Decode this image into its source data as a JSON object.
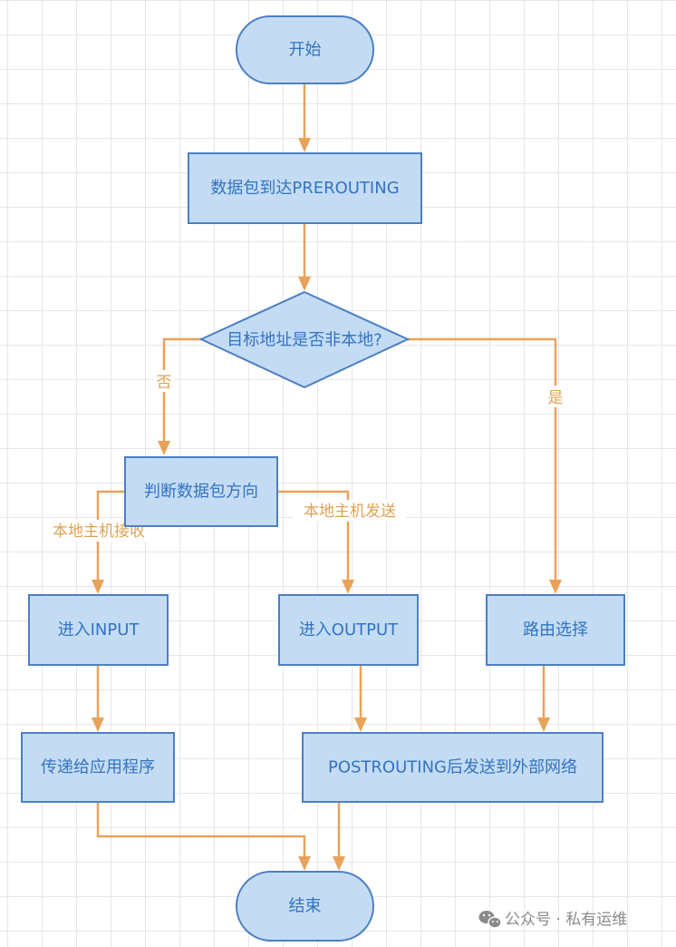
{
  "nodes": {
    "start": "开始",
    "arrive": "数据包到达PREROUTING",
    "decision": "目标地址是否非本地?",
    "judge": "判断数据包方向",
    "input": "进入INPUT",
    "output": "进入OUTPUT",
    "route": "路由选择",
    "deliver": "传递给应用程序",
    "postrouting": "POSTROUTING后发送到外部网络",
    "end": "结束"
  },
  "edge_labels": {
    "no": "否",
    "yes": "是",
    "local_receive": "本地主机接收",
    "local_send": "本地主机发送"
  },
  "watermark": {
    "text": "公众号 · 私有运维",
    "icon": "wechat-icon"
  },
  "colors": {
    "node_fill": "#c4dcf3",
    "node_stroke": "#4c7fc4",
    "node_text": "#3273c2",
    "edge": "#e9a25a",
    "edge_label": "#e0a152",
    "grid": "#e6e6e6"
  }
}
